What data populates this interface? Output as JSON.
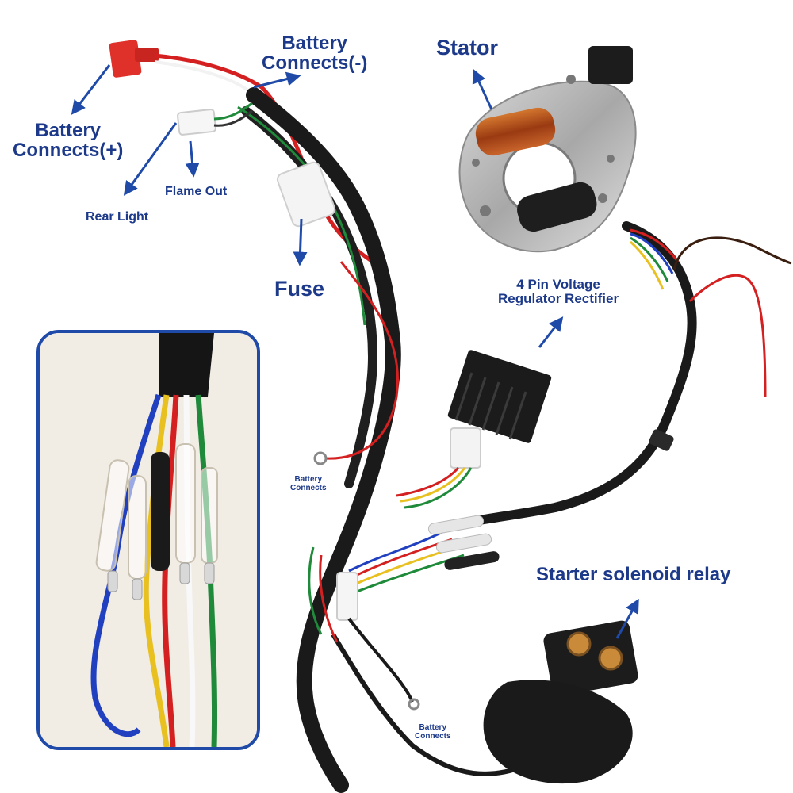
{
  "labels": {
    "battery_pos": [
      "Battery",
      "Connects(+)"
    ],
    "battery_neg": [
      "Battery",
      "Connects(-)"
    ],
    "stator": "Stator",
    "flame_out": "Flame Out",
    "rear_light": "Rear Light",
    "fuse": "Fuse",
    "regulator": [
      "4 Pin Voltage",
      "Regulator Rectifier"
    ],
    "battery_connects_1": [
      "Battery",
      "Connects"
    ],
    "battery_connects_2": [
      "Battery",
      "Connects"
    ],
    "starter_relay": "Starter solenoid relay"
  },
  "colors": {
    "label_blue": "#1d3a8a",
    "arrow_blue": "#1f4aa8",
    "harness_black": "#1a1a1a",
    "wire_red": "#d42020",
    "wire_green": "#1e8a3a",
    "wire_blue": "#2040c0",
    "wire_yellow": "#e8c020",
    "copper_coil": "#b04a1a"
  },
  "icons": [
    "arrow-icon"
  ]
}
